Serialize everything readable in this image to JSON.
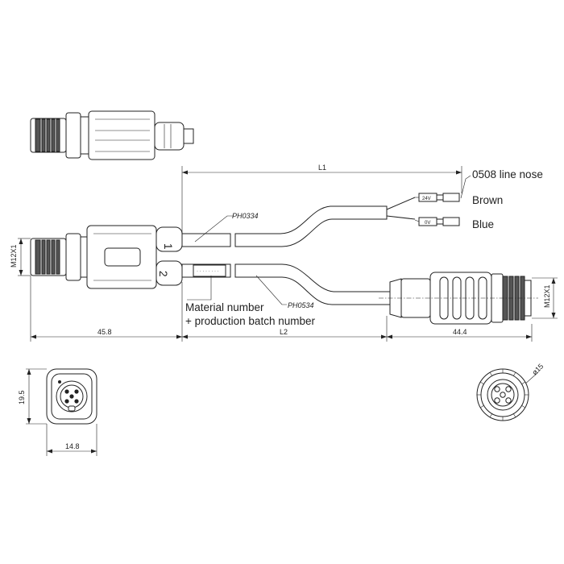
{
  "labels": {
    "line_nose": "0508 line nose",
    "brown": "Brown",
    "blue": "Blue",
    "material_line1": "Material number",
    "material_line2": "+ production batch number",
    "code_top": "PH0334",
    "code_bottom": "PH0534",
    "wire_24v": "24V",
    "wire_0v": "0V",
    "port_1": "1",
    "port_2": "2"
  },
  "dimensions": {
    "L1": "L1",
    "L2": "L2",
    "len_left": "45.8",
    "len_right": "44.4",
    "thread_left": "M12X1",
    "thread_right": "M12X1",
    "height_front": "19.5",
    "width_front": "14.8",
    "diameter": "ø15"
  },
  "colors": {
    "line": "#222222",
    "background": "#ffffff",
    "knurl": "#555555"
  }
}
